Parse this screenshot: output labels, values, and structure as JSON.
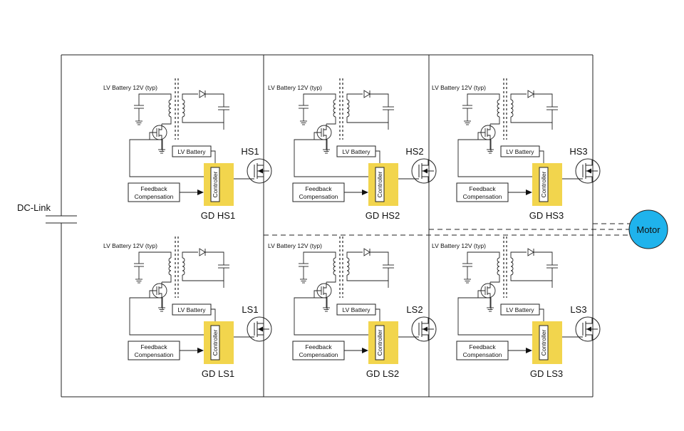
{
  "dc_link_label": "DC-Link",
  "motor_label": "Motor",
  "colors": {
    "controller_fill": "#f2d54d",
    "motor_fill": "#1fb3ec",
    "line": "#222222"
  },
  "driver": {
    "lv_battery_typ": "LV Battery 12V (typ)",
    "lv_battery": "LV Battery",
    "feedback_line1": "Feedback",
    "feedback_line2": "Compensation",
    "controller": "Controller"
  },
  "drivers": [
    {
      "gd_label": "GD HS1",
      "switch_label": "HS1"
    },
    {
      "gd_label": "GD HS2",
      "switch_label": "HS2"
    },
    {
      "gd_label": "GD HS3",
      "switch_label": "HS3"
    },
    {
      "gd_label": "GD LS1",
      "switch_label": "LS1"
    },
    {
      "gd_label": "GD LS2",
      "switch_label": "LS2"
    },
    {
      "gd_label": "GD LS3",
      "switch_label": "LS3"
    }
  ]
}
